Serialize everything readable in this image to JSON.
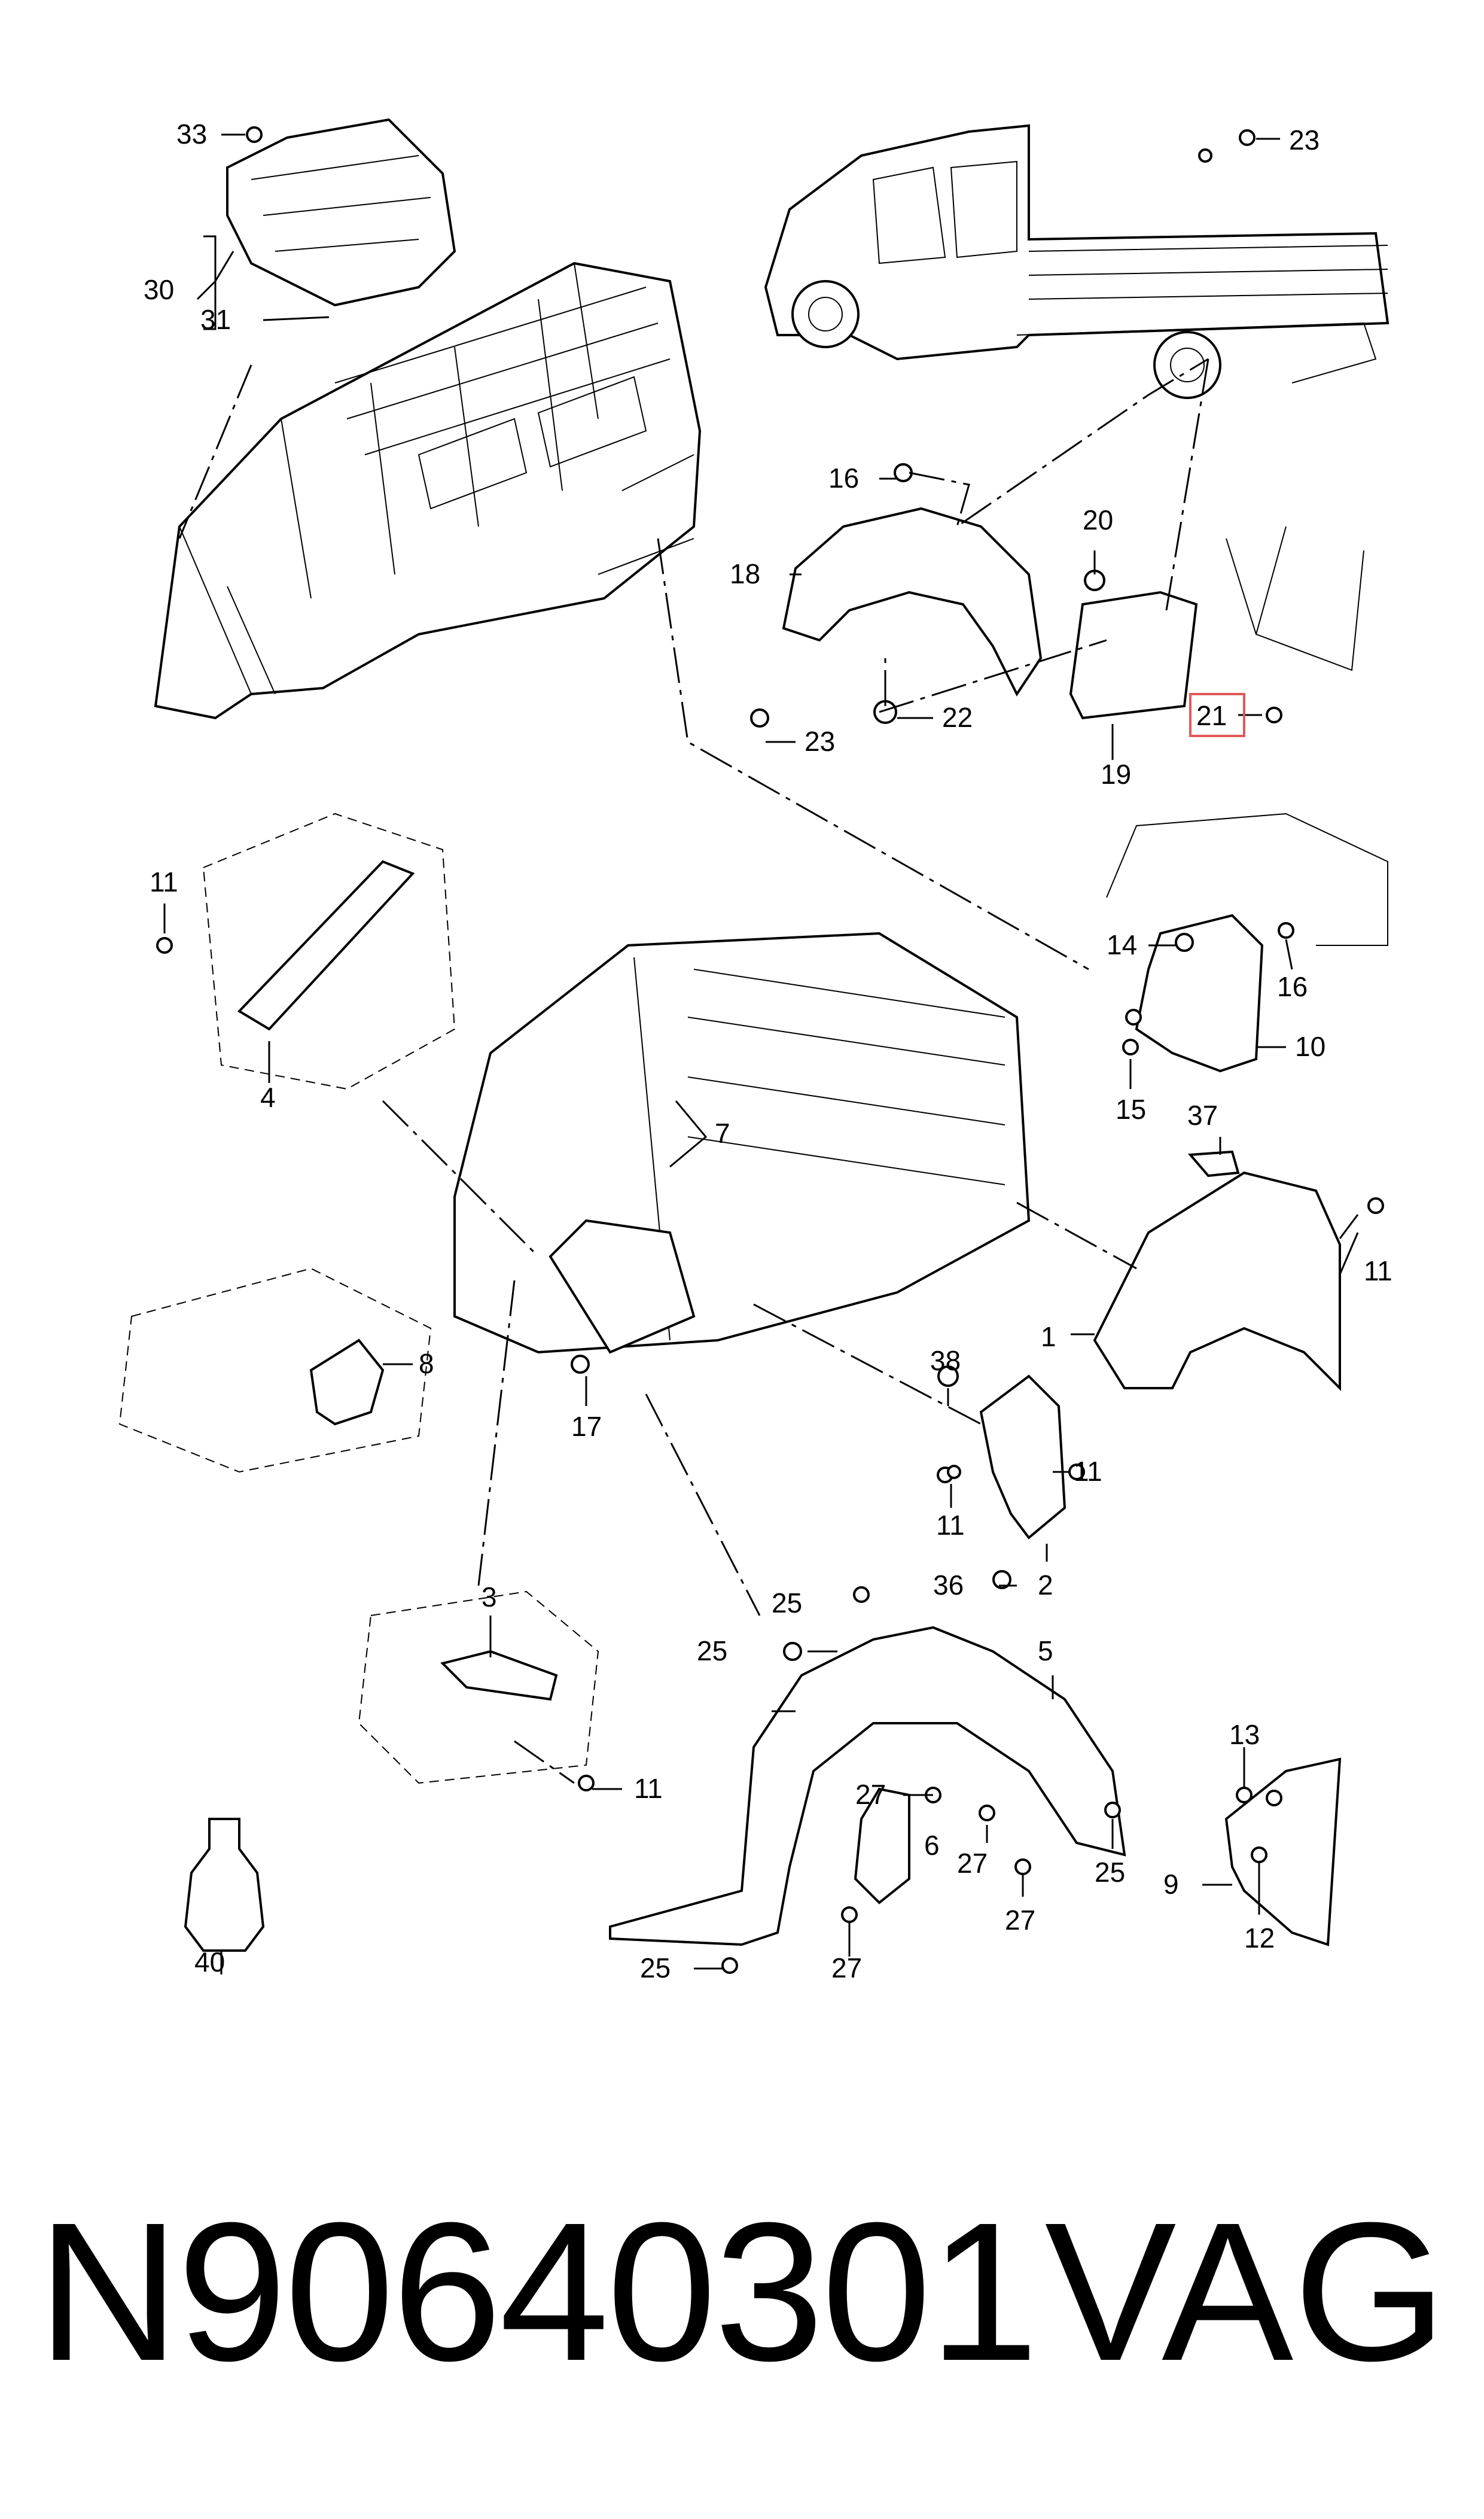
{
  "diagram": {
    "highlight_color": "#e05a5a",
    "callouts": [
      {
        "id": "c33",
        "text": "33"
      },
      {
        "id": "c30",
        "text": "30"
      },
      {
        "id": "c31",
        "text": "31"
      },
      {
        "id": "c23a",
        "text": "23"
      },
      {
        "id": "c16a",
        "text": "16"
      },
      {
        "id": "c18",
        "text": "18"
      },
      {
        "id": "c20",
        "text": "20"
      },
      {
        "id": "c22",
        "text": "22"
      },
      {
        "id": "c23b",
        "text": "23"
      },
      {
        "id": "c21",
        "text": "21"
      },
      {
        "id": "c19",
        "text": "19"
      },
      {
        "id": "c11a",
        "text": "11"
      },
      {
        "id": "c4",
        "text": "4"
      },
      {
        "id": "c14",
        "text": "14"
      },
      {
        "id": "c16b",
        "text": "16"
      },
      {
        "id": "c10",
        "text": "10"
      },
      {
        "id": "c15",
        "text": "15"
      },
      {
        "id": "c7",
        "text": "7"
      },
      {
        "id": "c37",
        "text": "37"
      },
      {
        "id": "c11b",
        "text": "11"
      },
      {
        "id": "c1",
        "text": "1"
      },
      {
        "id": "c8",
        "text": "8"
      },
      {
        "id": "c17",
        "text": "17"
      },
      {
        "id": "c38",
        "text": "38"
      },
      {
        "id": "c11c",
        "text": "11"
      },
      {
        "id": "c11d",
        "text": "11"
      },
      {
        "id": "c36",
        "text": "36"
      },
      {
        "id": "c2",
        "text": "2"
      },
      {
        "id": "c3",
        "text": "3"
      },
      {
        "id": "c25a",
        "text": "25"
      },
      {
        "id": "c5",
        "text": "5"
      },
      {
        "id": "c25b",
        "text": "25"
      },
      {
        "id": "c11e",
        "text": "11"
      },
      {
        "id": "c27a",
        "text": "27"
      },
      {
        "id": "c6",
        "text": "6"
      },
      {
        "id": "c27b",
        "text": "27"
      },
      {
        "id": "c25c",
        "text": "25"
      },
      {
        "id": "c13",
        "text": "13"
      },
      {
        "id": "c9",
        "text": "9"
      },
      {
        "id": "c27c",
        "text": "27"
      },
      {
        "id": "c12",
        "text": "12"
      },
      {
        "id": "c40",
        "text": "40"
      },
      {
        "id": "c25d",
        "text": "25"
      },
      {
        "id": "c27d",
        "text": "27"
      }
    ]
  },
  "footer": {
    "part_number": "N90640301",
    "brand": "VAG"
  }
}
